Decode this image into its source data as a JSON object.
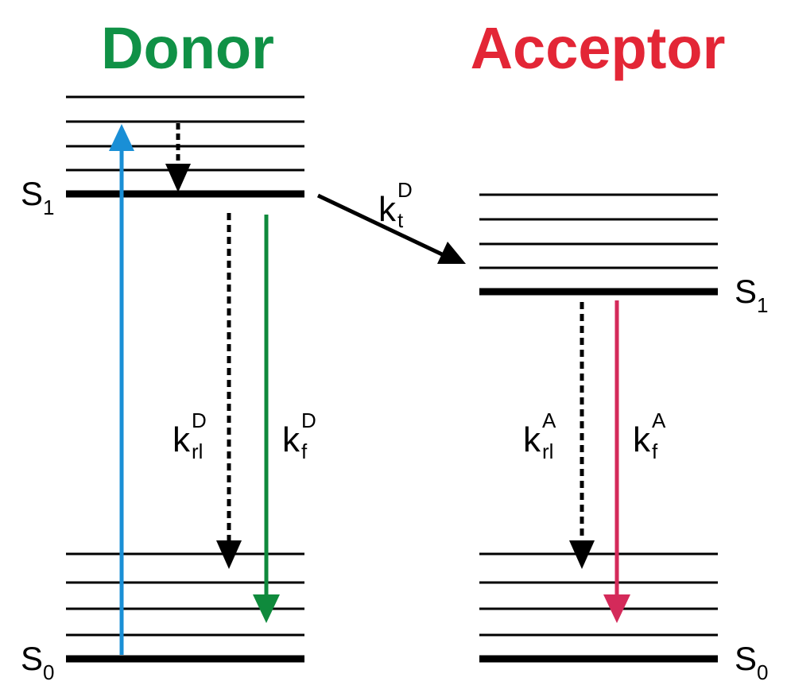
{
  "colors": {
    "donor": "#109146",
    "acceptor": "#e32636",
    "excitation": "#1a8fd6",
    "donor_fluorescence": "#0f8a3c",
    "acceptor_fluorescence": "#d42a5a",
    "line": "#000000"
  },
  "donor": {
    "title": "Donor",
    "s1": {
      "main": "S",
      "sub": "1"
    },
    "s0": {
      "main": "S",
      "sub": "0"
    },
    "k_rl": {
      "main": "k",
      "sub": "rl",
      "sup": "D"
    },
    "k_f": {
      "main": "k",
      "sub": "f",
      "sup": "D"
    }
  },
  "transfer": {
    "main": "k",
    "sub": "t",
    "sup": "D"
  },
  "acceptor": {
    "title": "Acceptor",
    "s1": {
      "main": "S",
      "sub": "1"
    },
    "s0": {
      "main": "S",
      "sub": "0"
    },
    "k_rl": {
      "main": "k",
      "sub": "rl",
      "sup": "A"
    },
    "k_f": {
      "main": "k",
      "sub": "f",
      "sup": "A"
    }
  }
}
